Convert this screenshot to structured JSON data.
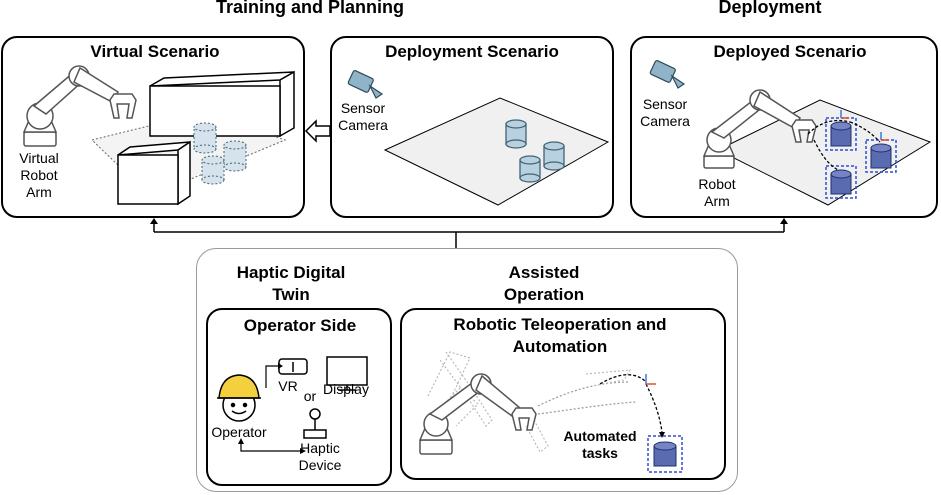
{
  "sections": {
    "training_planning": "Training and Planning",
    "deployment": "Deployment"
  },
  "virtual": {
    "title": "Virtual Scenario",
    "arm_label": [
      "Virtual",
      "Robot",
      "Arm"
    ]
  },
  "deployment_scenario": {
    "title": "Deployment Scenario",
    "camera_label": [
      "Sensor",
      "Camera"
    ]
  },
  "deployed": {
    "title": "Deployed Scenario",
    "camera_label": [
      "Sensor",
      "Camera"
    ],
    "arm_label": [
      "Robot",
      "Arm"
    ]
  },
  "haptic": {
    "title": [
      "Haptic Digital",
      "Twin"
    ],
    "operator_side": {
      "title": "Operator Side",
      "vr": "VR",
      "or": "or",
      "display": "Display",
      "operator": "Operator",
      "haptic_device": [
        "Haptic",
        "Device"
      ]
    }
  },
  "assisted": {
    "title": [
      "Assisted",
      "Operation"
    ],
    "teleop": {
      "title": [
        "Robotic Teleoperation and",
        "Automation"
      ],
      "automated": [
        "Automated",
        "tasks"
      ]
    }
  },
  "colors": {
    "cylinder_fill": "#b9d0df",
    "cylinder_stroke": "#3f6477",
    "target_fill": "#5a6bb0",
    "target_outline": "#2b4fd6",
    "helmet": "#f4d03f"
  },
  "icons": [
    "sensor-camera-icon",
    "robot-arm-icon",
    "vr-headset-icon",
    "display-monitor-icon",
    "operator-icon",
    "joystick-icon",
    "cylinder-object-icon"
  ]
}
